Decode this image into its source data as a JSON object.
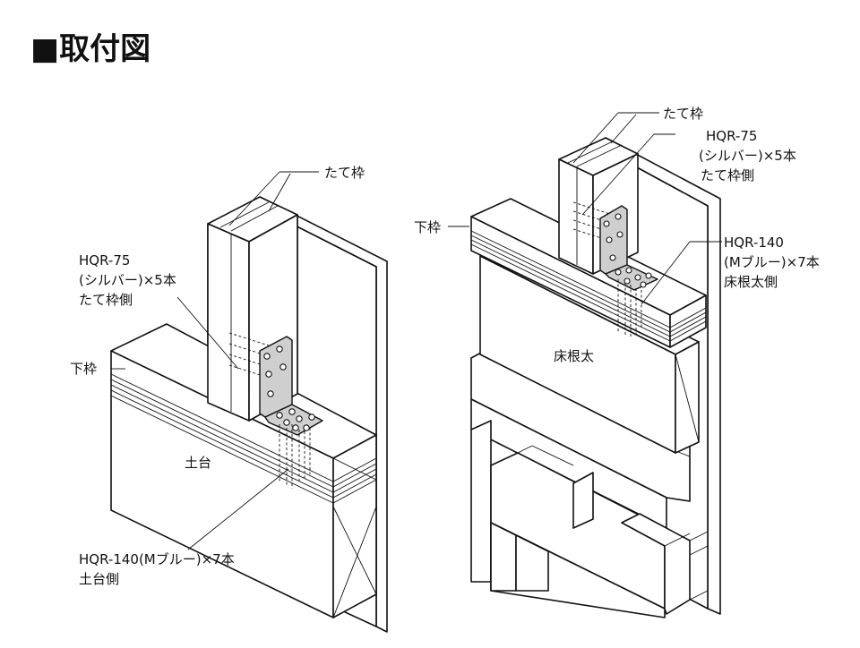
{
  "title": "■取付図",
  "left_figure": {
    "tate_waku": "たて枠",
    "hqr75_line1": "HQR-75",
    "hqr75_line2": "(シルバー)×5本",
    "hqr75_line3": "たて枠側",
    "shita_waku": "下枠",
    "dodai": "土台",
    "hqr140_line1": "HQR-140(Mブルー)×7本",
    "hqr140_line2": "土台側"
  },
  "right_figure": {
    "tate_waku": "たて枠",
    "hqr75_line1": "HQR-75",
    "hqr75_line2": "(シルバー)×5本",
    "hqr75_line3": "たて枠側",
    "shita_waku": "下枠",
    "hqr140_line1": "HQR-140",
    "hqr140_line2": "(Mブルー)×7本",
    "hqr140_line3": "床根太側",
    "yuka_neda": "床根太"
  }
}
